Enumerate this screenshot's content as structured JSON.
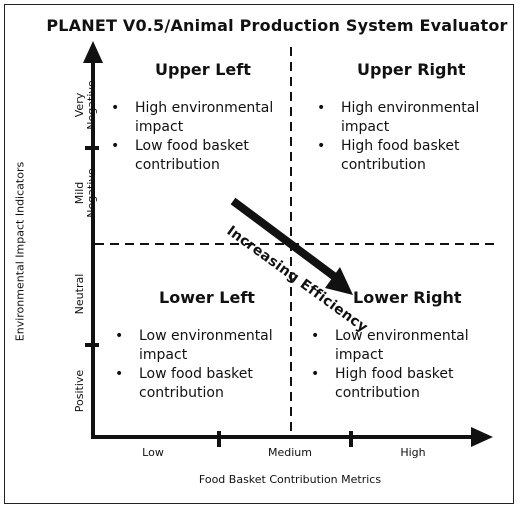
{
  "title": "PLANET V0.5/Animal Production System Evaluator",
  "y_axis": {
    "label": "Environmental Impact Indicators",
    "ticks": [
      "Very\nNegative",
      "Mild\nNegative",
      "Neutral",
      "Positive"
    ]
  },
  "x_axis": {
    "label": "Food Basket Contribution Metrics",
    "ticks": [
      "Low",
      "Medium",
      "High"
    ]
  },
  "quadrants": {
    "upper_left": {
      "title": "Upper Left",
      "items": [
        "High environmental impact",
        "Low food basket contribution"
      ]
    },
    "upper_right": {
      "title": "Upper Right",
      "items": [
        "High environmental impact",
        "High food basket contribution"
      ]
    },
    "lower_left": {
      "title": "Lower Left",
      "items": [
        "Low environmental impact",
        "Low food basket contribution"
      ]
    },
    "lower_right": {
      "title": "Lower Right",
      "items": [
        "Low environmental impact",
        "High food basket contribution"
      ]
    }
  },
  "arrow_label": "Increasing Efficiency",
  "colors": {
    "line": "#111111"
  }
}
